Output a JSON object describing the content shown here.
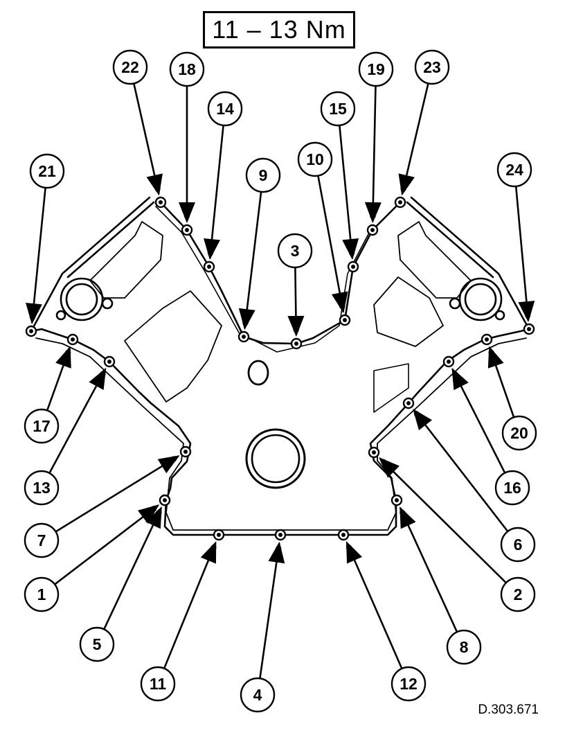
{
  "torque": "11 – 13 Nm",
  "figure_ref": "D.303.671",
  "callouts": [
    "1",
    "2",
    "3",
    "4",
    "5",
    "6",
    "7",
    "8",
    "9",
    "10",
    "11",
    "12",
    "13",
    "14",
    "15",
    "16",
    "17",
    "18",
    "19",
    "20",
    "21",
    "22",
    "23",
    "24"
  ]
}
